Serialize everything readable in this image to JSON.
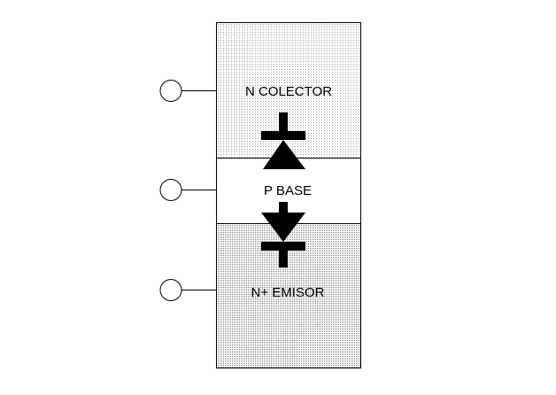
{
  "regions": {
    "collector": {
      "label": "N COLECTOR"
    },
    "base": {
      "label": "P BASE"
    },
    "emitter": {
      "label": "N+ EMISOR"
    }
  },
  "colors": {
    "stroke": "#000000",
    "background": "#ffffff",
    "light_dots": "#9a9a9a",
    "dense_dots": "#7f7f7f"
  }
}
